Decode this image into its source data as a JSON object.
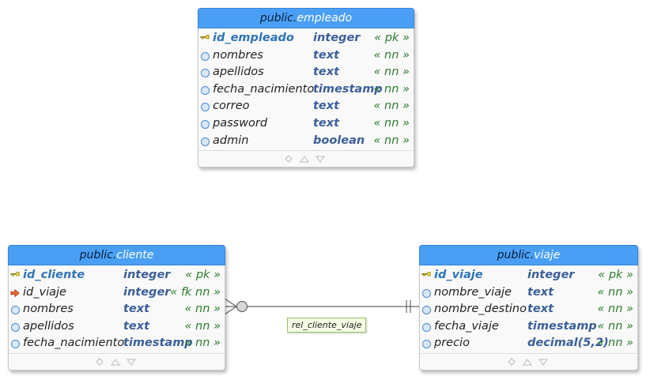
{
  "tables": {
    "empleado": {
      "schema": "public.",
      "name": "empleado",
      "fields": [
        {
          "name": "id_empleado",
          "type": "integer",
          "constraint": "« pk »",
          "key": "pk"
        },
        {
          "name": "nombres",
          "type": "text",
          "constraint": "« nn »",
          "key": "col"
        },
        {
          "name": "apellidos",
          "type": "text",
          "constraint": "« nn »",
          "key": "col"
        },
        {
          "name": "fecha_nacimiento",
          "type": "timestamp",
          "constraint": "« nn »",
          "key": "col"
        },
        {
          "name": "correo",
          "type": "text",
          "constraint": "« nn »",
          "key": "col"
        },
        {
          "name": "password",
          "type": "text",
          "constraint": "« nn »",
          "key": "col"
        },
        {
          "name": "admin",
          "type": "boolean",
          "constraint": "« nn »",
          "key": "col"
        }
      ]
    },
    "cliente": {
      "schema": "public.",
      "name": "cliente",
      "fields": [
        {
          "name": "id_cliente",
          "type": "integer",
          "constraint": "« pk »",
          "key": "pk"
        },
        {
          "name": "id_viaje",
          "type": "integer",
          "constraint": "« fk nn »",
          "key": "fk"
        },
        {
          "name": "nombres",
          "type": "text",
          "constraint": "« nn »",
          "key": "col"
        },
        {
          "name": "apellidos",
          "type": "text",
          "constraint": "« nn »",
          "key": "col"
        },
        {
          "name": "fecha_nacimiento",
          "type": "timestamp",
          "constraint": "« nn »",
          "key": "col"
        }
      ]
    },
    "viaje": {
      "schema": "public.",
      "name": "viaje",
      "fields": [
        {
          "name": "id_viaje",
          "type": "integer",
          "constraint": "« pk »",
          "key": "pk"
        },
        {
          "name": "nombre_viaje",
          "type": "text",
          "constraint": "« nn »",
          "key": "col"
        },
        {
          "name": "nombre_destino",
          "type": "text",
          "constraint": "« nn »",
          "key": "col"
        },
        {
          "name": "fecha_viaje",
          "type": "timestamp",
          "constraint": "« nn »",
          "key": "col"
        },
        {
          "name": "precio",
          "type": "decimal(5,2)",
          "constraint": "« nn »",
          "key": "col"
        }
      ]
    }
  },
  "relationship": {
    "label": "rel_cliente_viaje",
    "from": "cliente",
    "to": "viaje"
  },
  "icons": {
    "pk": "key-icon",
    "fk": "arrow-right-icon",
    "col": "column-circle-icon"
  },
  "colors": {
    "header": "#4a9ff5",
    "pk_name": "#2f74b8",
    "type": "#3c5f99",
    "constraint": "#2d7d2d",
    "label_bg": "#f4fbe4"
  }
}
